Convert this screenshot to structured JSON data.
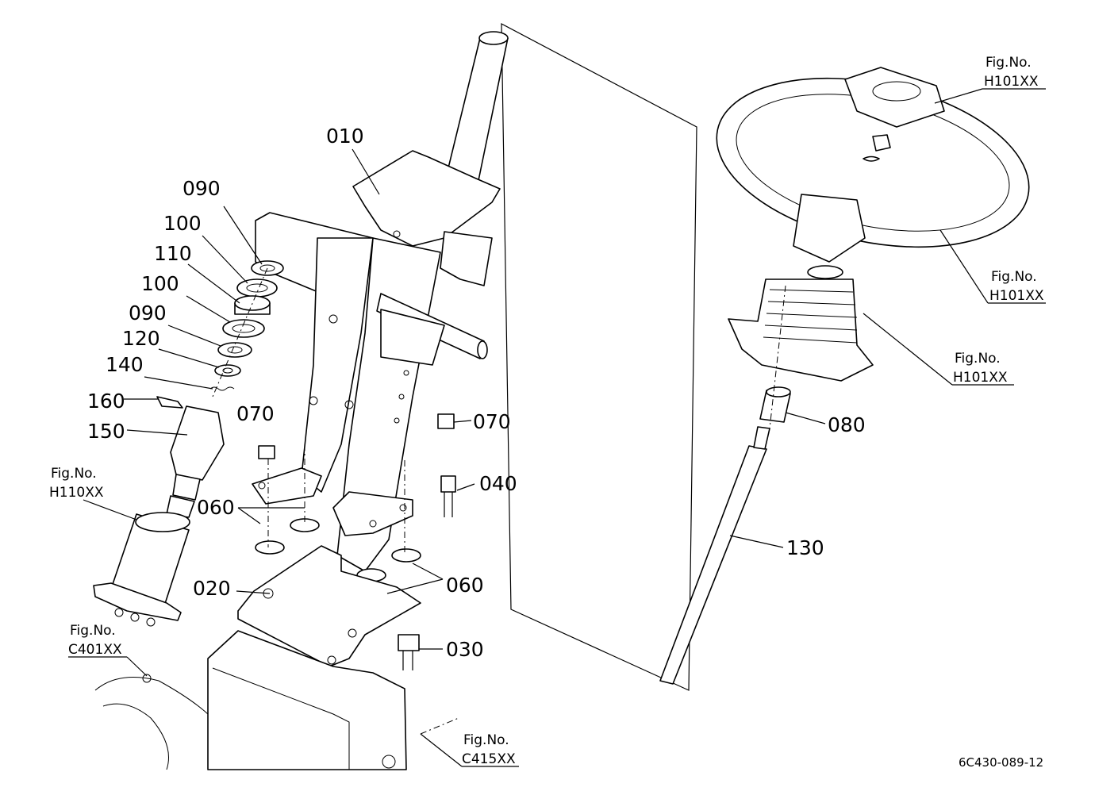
{
  "parts": {
    "p010": "010",
    "p020": "020",
    "p030": "030",
    "p040": "040",
    "p060_left": "060",
    "p060_right": "060",
    "p070_left": "070",
    "p070_right": "070",
    "p080": "080",
    "p090_top": "090",
    "p090_mid": "090",
    "p100_top": "100",
    "p100_mid": "100",
    "p110": "110",
    "p120": "120",
    "p130": "130",
    "p140": "140",
    "p150": "150",
    "p160": "160"
  },
  "figure_refs": {
    "fig_label": "Fig.No.",
    "h101_top": "H101XX",
    "h101_mid": "H101XX",
    "h101_low": "H101XX",
    "h110": "H110XX",
    "c401": "C401XX",
    "c415": "C415XX"
  },
  "drawing_code": "6C430-089-12"
}
